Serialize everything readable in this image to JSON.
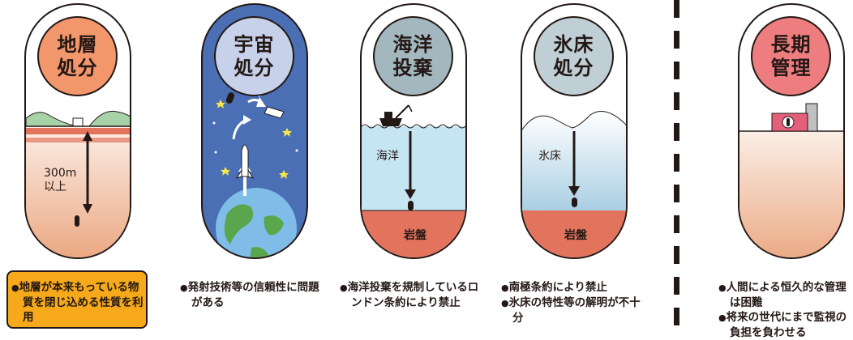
{
  "panels": [
    {
      "title_1": "地層",
      "title_2": "処分",
      "depth_label_1": "300m",
      "depth_label_2": "以上",
      "description": [
        "地層が本来もっている物質を閉じ込める性質を利用"
      ],
      "highlighted": true
    },
    {
      "title_1": "宇宙",
      "title_2": "処分",
      "description": [
        "発射技術等の信頼性に問題がある"
      ]
    },
    {
      "title_1": "海洋",
      "title_2": "投棄",
      "medium_label": "海洋",
      "bedrock_label": "岩盤",
      "description": [
        "海洋投棄を規制しているロンドン条約により禁止"
      ]
    },
    {
      "title_1": "氷床",
      "title_2": "処分",
      "medium_label": "氷床",
      "bedrock_label": "岩盤",
      "description": [
        "南極条約により禁止",
        "氷床の特性等の解明が不十分"
      ]
    },
    {
      "title_1": "長期",
      "title_2": "管理",
      "description": [
        "人間による恒久的な管理は困難",
        "将来の世代にまで監視の負担を負わせる"
      ]
    }
  ],
  "colors": {
    "geological": "#f2966b",
    "space": "#4a6fb5",
    "space_title": "#c7d1e9",
    "ocean_title": "#a3b7be",
    "ice_title": "#c0ced6",
    "long_term": "#ee7d7f",
    "water": "#c6e5f2",
    "bedrock": "#e2735d",
    "highlight": "#f5a91b"
  }
}
